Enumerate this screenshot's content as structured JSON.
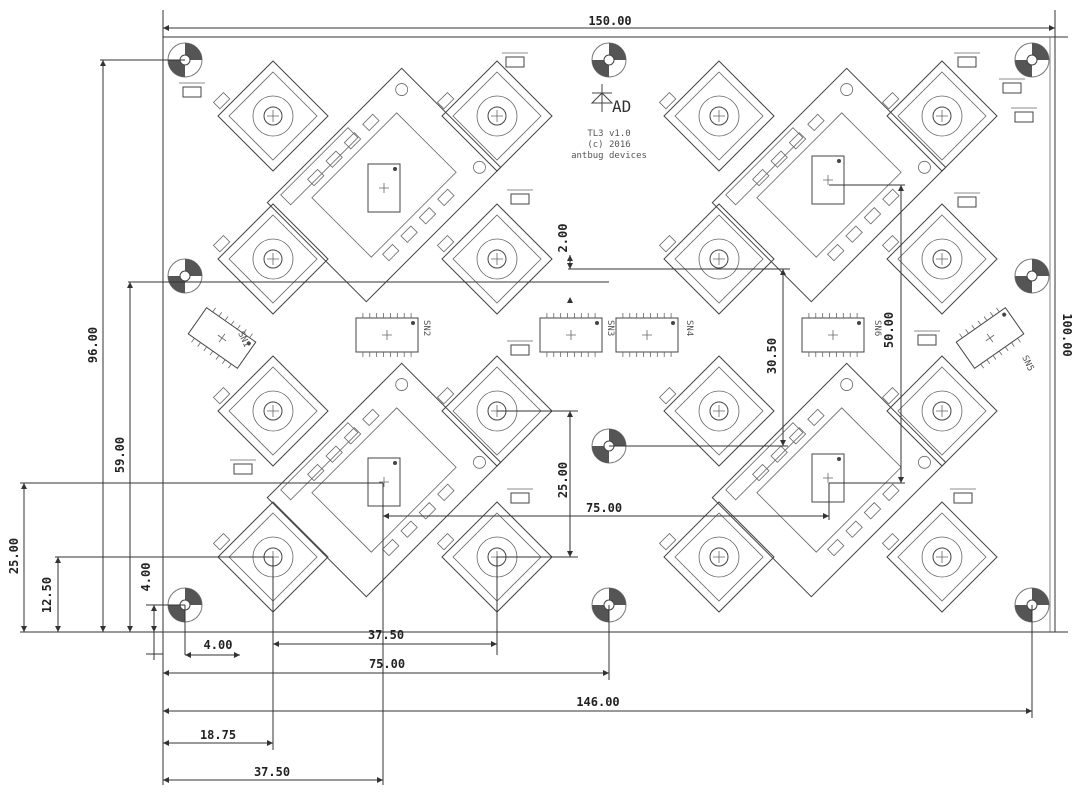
{
  "board": {
    "logo": "AD",
    "title_line": "TL3 v1.0",
    "copyright_line": "(c) 2016",
    "company_line": "antbug devices"
  },
  "labels": {
    "sn1": "SN1",
    "sn2": "SN2",
    "sn3": "SN3",
    "sn4": "SN4",
    "sn5": "SN5",
    "sn6": "SN6"
  },
  "dimensions": {
    "total_width": "150.00",
    "total_height": "100.00",
    "hole_span_y": "96.00",
    "mid_hole_y": "59.00",
    "row_y": "25.00",
    "first_y": "12.50",
    "hole_inset_y": "4.00",
    "hole_inset_x": "4.00",
    "col_pitch": "37.50",
    "mid_hole_x": "75.00",
    "hole_span_x": "146.00",
    "first_x": "18.75",
    "second_x": "37.50",
    "gap": "2.00",
    "offset_v": "30.50",
    "span_v": "50.00",
    "pitch_v": "25.00",
    "pitch_h": "75.00"
  }
}
